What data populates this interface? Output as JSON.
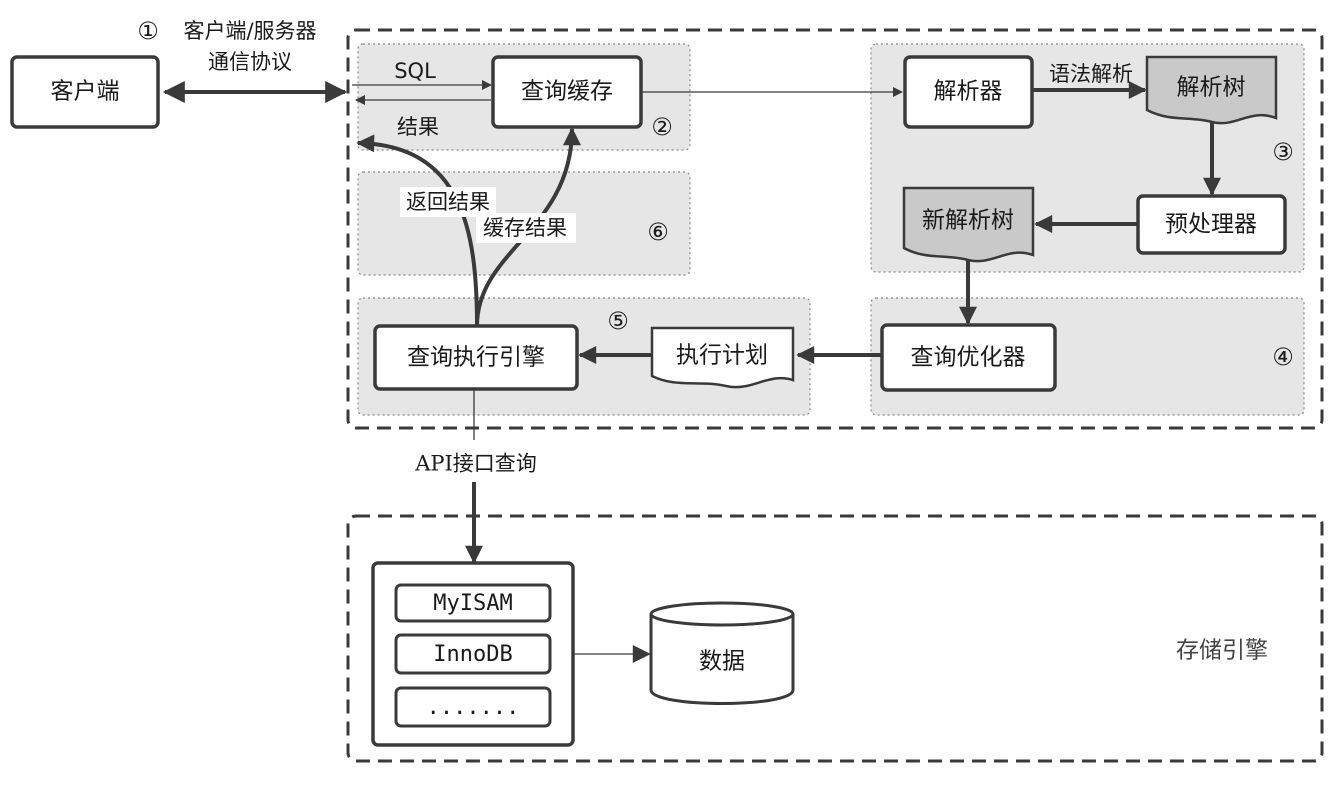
{
  "client": {
    "label": "客户端"
  },
  "protocol": {
    "marker": "①",
    "line1": "客户端/服务器",
    "line2": "通信协议"
  },
  "query_cache": {
    "label": "查询缓存",
    "marker": "②",
    "sql_label": "SQL",
    "result_label": "结果"
  },
  "parser_group": {
    "parser": "解析器",
    "syntax_label": "语法解析",
    "parse_tree": "解析树",
    "marker": "③",
    "preprocessor": "预处理器",
    "new_parse_tree": "新解析树"
  },
  "optimizer_group": {
    "optimizer": "查询优化器",
    "marker": "④"
  },
  "execution_group": {
    "engine": "查询执行引擎",
    "plan": "执行计划",
    "marker": "⑤"
  },
  "return_group": {
    "return_label": "返回结果",
    "cache_label": "缓存结果",
    "marker": "⑥"
  },
  "api": {
    "label": "API接口查询"
  },
  "storage": {
    "engines": [
      "MyISAM",
      "InnoDB",
      "......."
    ],
    "data_label": "数据",
    "title": "存储引擎"
  }
}
